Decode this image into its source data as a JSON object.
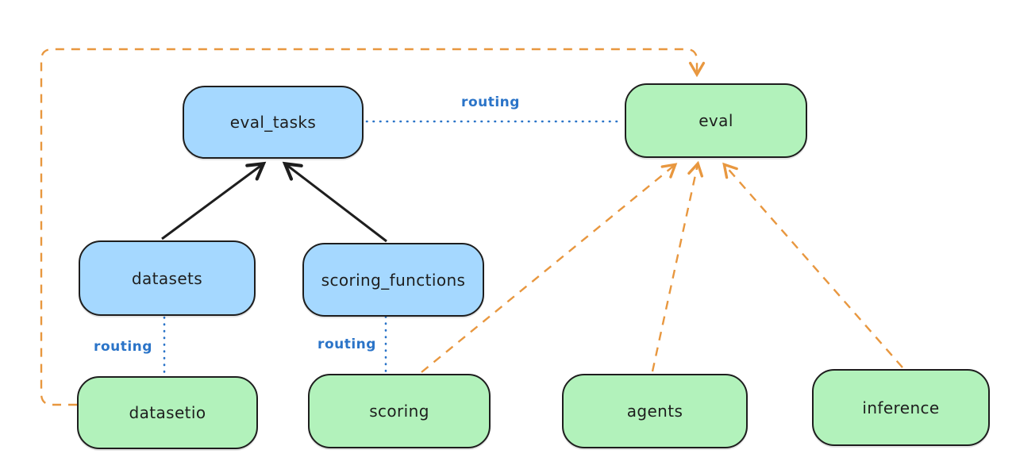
{
  "diagram": {
    "nodes": {
      "eval_tasks": {
        "label": "eval_tasks",
        "fill": "blue"
      },
      "eval": {
        "label": "eval",
        "fill": "green"
      },
      "datasets": {
        "label": "datasets",
        "fill": "blue"
      },
      "scoring_functions": {
        "label": "scoring_functions",
        "fill": "blue"
      },
      "datasetio": {
        "label": "datasetio",
        "fill": "green"
      },
      "scoring": {
        "label": "scoring",
        "fill": "green"
      },
      "agents": {
        "label": "agents",
        "fill": "green"
      },
      "inference": {
        "label": "inference",
        "fill": "green"
      }
    },
    "edge_labels": {
      "routing": "routing"
    },
    "edges": [
      {
        "from": "datasets",
        "to": "eval_tasks",
        "style": "solid-black-arrow"
      },
      {
        "from": "scoring_functions",
        "to": "eval_tasks",
        "style": "solid-black-arrow"
      },
      {
        "from": "eval_tasks",
        "to": "eval",
        "style": "dotted-blue",
        "label": "routing"
      },
      {
        "from": "datasets",
        "to": "datasetio",
        "style": "dotted-blue",
        "label": "routing"
      },
      {
        "from": "scoring_functions",
        "to": "scoring",
        "style": "dotted-blue",
        "label": "routing"
      },
      {
        "from": "scoring",
        "to": "eval",
        "style": "dashed-orange-arrow"
      },
      {
        "from": "agents",
        "to": "eval",
        "style": "dashed-orange-arrow"
      },
      {
        "from": "inference",
        "to": "eval",
        "style": "dashed-orange-arrow"
      },
      {
        "from": "datasetio",
        "to": "eval",
        "style": "dashed-orange-arrow",
        "route": "around-top-left"
      }
    ],
    "colors": {
      "node-blue-fill": "#a5d8ff",
      "node-green-fill": "#b2f2bb",
      "stroke": "#1e1e1e",
      "routing-blue": "#2b74c8",
      "orange": "#e8973f",
      "bg": "#ffffff"
    }
  }
}
